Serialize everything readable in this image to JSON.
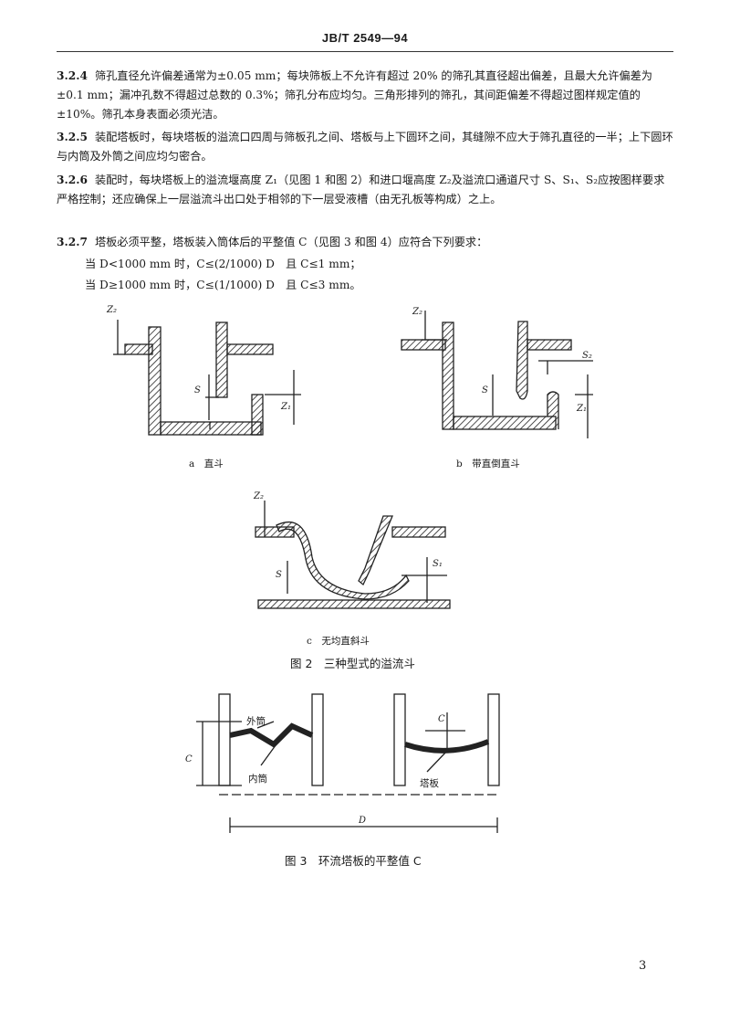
{
  "header": {
    "code": "JB/T 2549—94"
  },
  "paragraphs": [
    {
      "num": "3.2.4",
      "text": "筛孔直径允许偏差通常为±0.05 mm；每块筛板上不允许有超过 20% 的筛孔其直径超出偏差，且最大允许偏差为±0.1 mm；漏冲孔数不得超过总数的 0.3%；筛孔分布应均匀。三角形排列的筛孔，其间距偏差不得超过图样规定值的 ±10%。筛孔本身表面必须光洁。"
    },
    {
      "num": "3.2.5",
      "text": "装配塔板时，每块塔板的溢流口四周与筛板孔之间、塔板与上下圆环之间，其缝隙不应大于筛孔直径的一半；上下圆环与内筒及外筒之间应均匀密合。"
    },
    {
      "num": "3.2.6",
      "text": "装配时，每块塔板上的溢流堰高度 Z₁（见图 1 和图 2）和进口堰高度 Z₂及溢流口通道尺寸 S、S₁、S₂应按图样要求严格控制；还应确保上一层溢流斗出口处于相邻的下一层受液槽（由无孔板等构成）之上。"
    },
    {
      "num": "3.2.7",
      "text": "塔板必须平整，塔板装入筒体后的平整值 C（见图 3 和图 4）应符合下列要求："
    }
  ],
  "conditions": [
    "当 D<1000 mm 时，C≤(2/1000) D　且 C≤1 mm；",
    "当 D≥1000 mm 时，C≤(1/1000) D　且 C≤3 mm。"
  ],
  "fig2": {
    "sub_a": "a　直斗",
    "sub_b": "b　带直倒直斗",
    "sub_c": "c　无均直斜斗",
    "caption": "图 2　三种型式的溢流斗",
    "dims": {
      "z1": "Z₁",
      "z2": "Z₂",
      "s": "S",
      "s1": "S₁",
      "s2": "S₂"
    }
  },
  "fig3": {
    "outer": "外筒",
    "inner": "内筒",
    "plate": "塔板",
    "c": "C",
    "d": "D",
    "caption": "图 3　环流塔板的平整值 C"
  },
  "page_number": "3"
}
